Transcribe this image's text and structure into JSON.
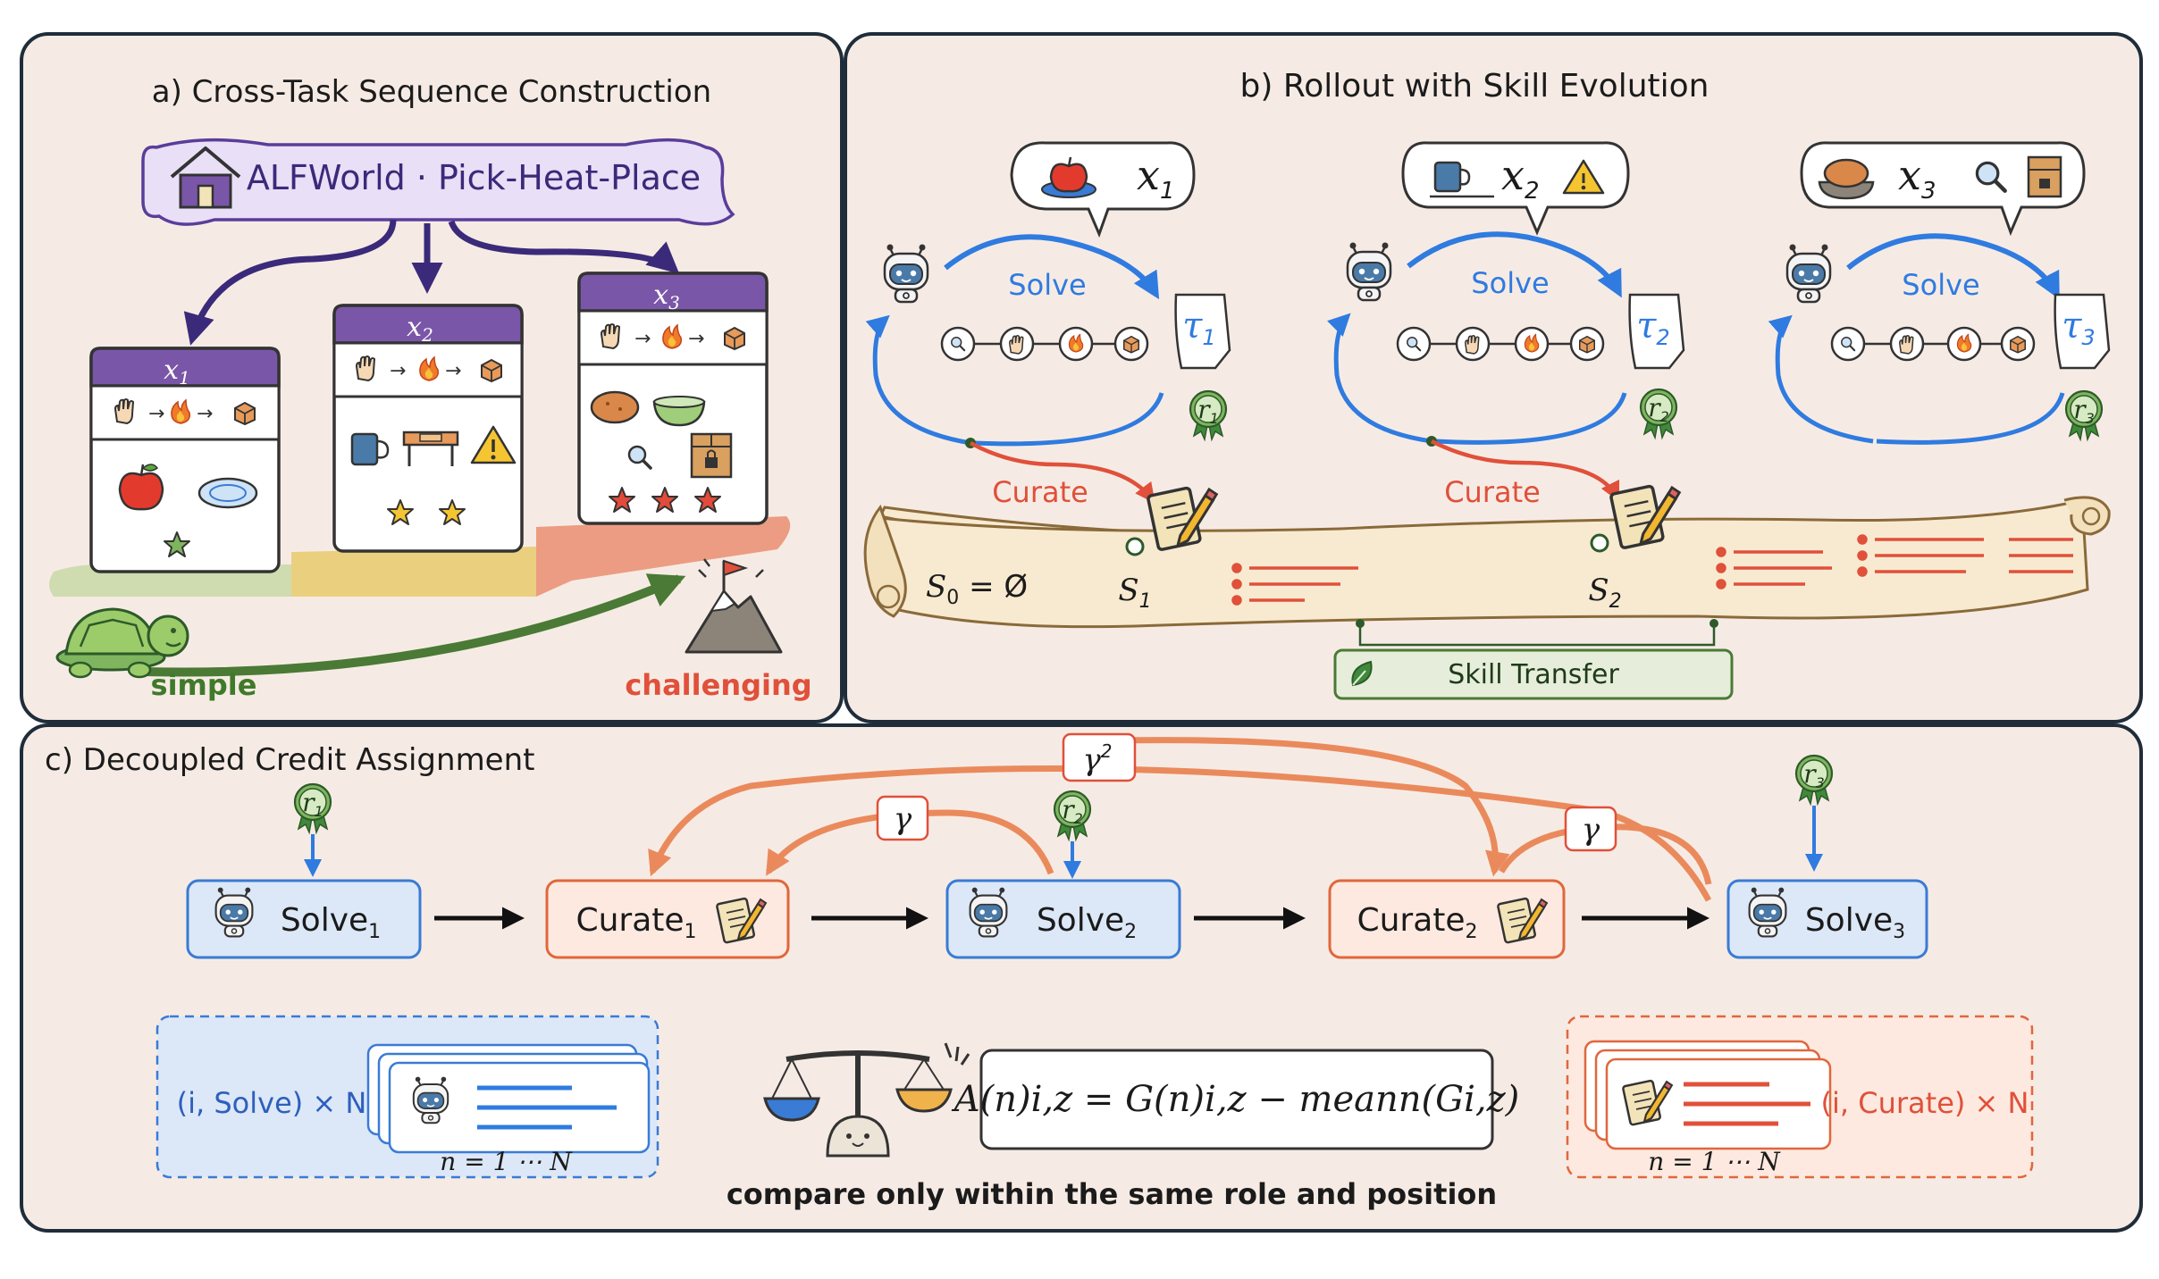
{
  "panel_a": {
    "title": "a) Cross-Task Sequence Construction",
    "env_label": "ALFWorld · Pick-Heat-Place",
    "cards": [
      {
        "label": "x",
        "sub": "1"
      },
      {
        "label": "x",
        "sub": "2"
      },
      {
        "label": "x",
        "sub": "3"
      }
    ],
    "simple": "simple",
    "challenging": "challenging",
    "colors": {
      "card_header": "#7a56a8",
      "env_border": "#6d4ea8",
      "simple": "#3f7a2a",
      "challenging": "#e0503a"
    }
  },
  "panel_b": {
    "title": "b)   Rollout with Skill Evolution",
    "solve": "Solve",
    "curate": "Curate",
    "s0": "S",
    "s0_sub": "0",
    "s0_tail": " = Ø",
    "skill_transfer": "Skill Transfer",
    "rollouts": [
      {
        "x": "x",
        "x_sub": "1",
        "tau": "τ",
        "tau_sub": "1",
        "r": "r",
        "r_sub": "1"
      },
      {
        "x": "x",
        "x_sub": "2",
        "tau": "τ",
        "tau_sub": "2",
        "r": "r",
        "r_sub": "2"
      },
      {
        "x": "x",
        "x_sub": "3",
        "tau": "τ",
        "tau_sub": "3",
        "r": "r",
        "r_sub": "3"
      }
    ],
    "states": [
      {
        "s": "S",
        "sub": "1"
      },
      {
        "s": "S",
        "sub": "2"
      }
    ],
    "colors": {
      "solve": "#2f7be0",
      "curate": "#e0503a",
      "scroll": "#f7ead0",
      "transfer": "#3f7a2a"
    }
  },
  "panel_c": {
    "title": "c) Decoupled Credit Assignment",
    "nodes": [
      {
        "label": "Solve",
        "sub": "1",
        "role": "solve"
      },
      {
        "label": "Curate",
        "sub": "1",
        "role": "curate"
      },
      {
        "label": "Solve",
        "sub": "2",
        "role": "solve"
      },
      {
        "label": "Curate",
        "sub": "2",
        "role": "curate"
      },
      {
        "label": "Solve",
        "sub": "3",
        "role": "solve"
      }
    ],
    "rewards": [
      {
        "r": "r",
        "sub": "1"
      },
      {
        "r": "r",
        "sub": "2"
      },
      {
        "r": "r",
        "sub": "3"
      }
    ],
    "gamma": "γ",
    "gamma2": "γ",
    "gamma2_sup": "2",
    "solve_group": "(i, Solve) × N",
    "curate_group": "(i, Curate) × N",
    "n_range": "n = 1  ⋯ N",
    "formula": "A(n)i,z = G(n)i,z − meann(Gi,z)",
    "compare_note": "compare only within the same role and position",
    "colors": {
      "solve_fill": "#dce8f7",
      "solve_border": "#3a7bd5",
      "curate_fill": "#fde9df",
      "curate_border": "#e0673d",
      "arrow_orange": "#ea8a5c"
    }
  },
  "icons": [
    "house-icon",
    "robot-icon",
    "apple-icon",
    "mug-icon",
    "bread-icon",
    "warning-icon",
    "magnifier-icon",
    "safe-icon",
    "hand-icon",
    "fire-icon",
    "box-icon",
    "plate-icon",
    "desk-icon",
    "star-icon",
    "turtle-icon",
    "mountain-flag-icon",
    "notepad-pencil-icon",
    "ribbon-medal-icon",
    "leaf-icon",
    "balance-scale-icon"
  ]
}
